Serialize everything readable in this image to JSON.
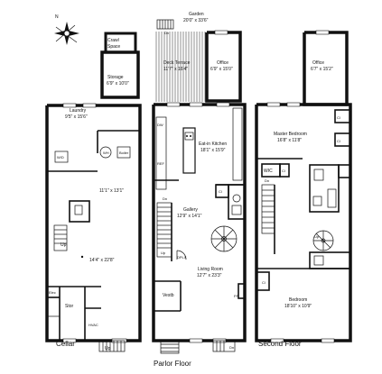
{
  "compass": {
    "north": "N"
  },
  "cellar": {
    "floor": "Cellar",
    "crawl_space_1": "Crawl",
    "crawl_space_2": "Space",
    "storage_name": "Storage",
    "storage_dim": "6'9\" x 10'0\"",
    "laundry_name": "Laundry",
    "laundry_dim": "9'5\" x 15'6\"",
    "wd": "W/D",
    "wh": "WH",
    "boiler": "Boiler",
    "room1_dim": "11'1\" x 13'1\"",
    "room2_dim": "14'4\" x 22'8\"",
    "up": "Up",
    "elec": "Elec",
    "stor": "Stor",
    "hvac": "HVAC",
    "up2": "Up"
  },
  "parlor": {
    "floor": "Parlor Floor",
    "garden_name": "Garden",
    "garden_dim": "20'0\" x 33'6\"",
    "dn_top": "Dn",
    "deck_name": "Deck Terrace",
    "deck_dim": "11'7\" x 16'4\"",
    "office_name": "Office",
    "office_dim": "6'9\" x 15'0\"",
    "dw": "DW",
    "kitchen_name": "Eat-in Kitchen",
    "kitchen_dim": "18'1\" x 15'9\"",
    "ref": "REF",
    "cl": "Cl",
    "dn": "Dn",
    "gallery_name": "Gallery",
    "gallery_dim": "12'9\" x 14'1\"",
    "up": "Up",
    "dplx": "DPLX",
    "living_name": "Living Room",
    "living_dim": "12'7\" x 23'3\"",
    "vestb": "Vestb",
    "fp": "FP",
    "dn_bottom": "Dn"
  },
  "second": {
    "floor": "Second Floor",
    "office_name": "Office",
    "office_dim": "6'7\" x 15'2\"",
    "master_name": "Master Bedroom",
    "master_dim": "16'8\" x 11'8\"",
    "wic": "WIC",
    "cl": "Cl",
    "dn": "Dn",
    "up": "Up",
    "bedroom_name": "Bedroom",
    "bedroom_dim": "18'10\" x 10'9\""
  }
}
